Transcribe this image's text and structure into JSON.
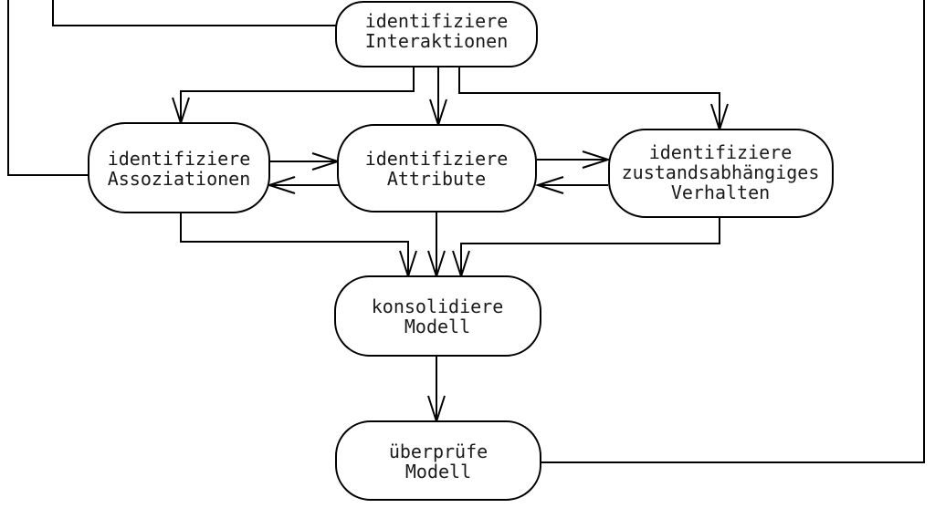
{
  "diagram": {
    "type": "flowchart",
    "language": "de",
    "colors": {
      "background": "#ffffff",
      "line": "#000000",
      "text": "#1a1a1a"
    },
    "nodes": {
      "interaktionen": {
        "label_lines": [
          "identifiziere",
          "Interaktionen"
        ]
      },
      "assoziationen": {
        "label_lines": [
          "identifiziere",
          "Assoziationen"
        ]
      },
      "attribute": {
        "label_lines": [
          "identifiziere",
          "Attribute"
        ]
      },
      "verhalten": {
        "label_lines": [
          "identifiziere",
          "zustandsabhängiges",
          "Verhalten"
        ]
      },
      "konsolidiere": {
        "label_lines": [
          "konsolidiere",
          "Modell"
        ]
      },
      "ueberpruefe": {
        "label_lines": [
          "überprüfe",
          "Modell"
        ]
      }
    },
    "edges": [
      {
        "from": "top-edge-left-outer",
        "to": "assoziationen",
        "arrow": false
      },
      {
        "from": "top-edge-left-inner",
        "to": "interaktionen",
        "arrow": false
      },
      {
        "from": "interaktionen",
        "to": "assoziationen",
        "arrow": true
      },
      {
        "from": "interaktionen",
        "to": "attribute",
        "arrow": true
      },
      {
        "from": "interaktionen",
        "to": "verhalten",
        "arrow": true
      },
      {
        "from": "assoziationen",
        "to": "attribute",
        "arrow": true
      },
      {
        "from": "attribute",
        "to": "assoziationen",
        "arrow": true
      },
      {
        "from": "attribute",
        "to": "verhalten",
        "arrow": true
      },
      {
        "from": "verhalten",
        "to": "attribute",
        "arrow": true
      },
      {
        "from": "assoziationen",
        "to": "konsolidiere",
        "arrow": true
      },
      {
        "from": "attribute",
        "to": "konsolidiere",
        "arrow": true
      },
      {
        "from": "verhalten",
        "to": "konsolidiere",
        "arrow": true
      },
      {
        "from": "konsolidiere",
        "to": "ueberpruefe",
        "arrow": true
      },
      {
        "from": "ueberpruefe",
        "to": "top-edge-right",
        "arrow": false
      }
    ]
  }
}
